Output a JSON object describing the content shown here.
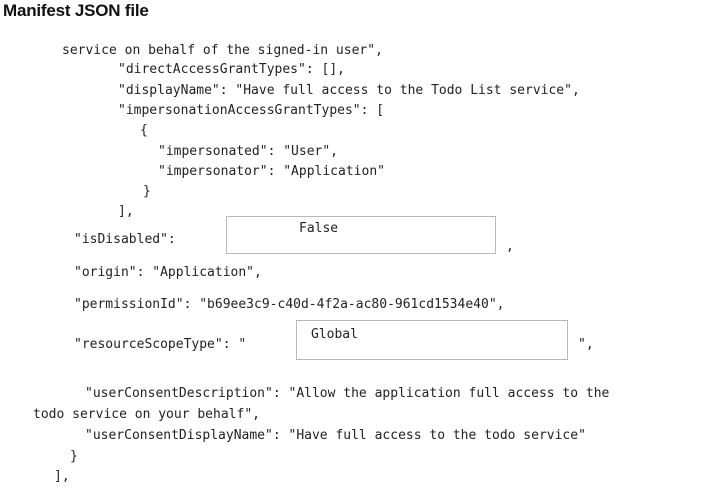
{
  "title": "Manifest JSON file",
  "lines": {
    "l1": "service on behalf of the signed-in user\",",
    "l2": "\"directAccessGrantTypes\": [],",
    "l3": "\"displayName\": \"Have full access to the Todo List service\",",
    "l4": "\"impersonationAccessGrantTypes\": [",
    "l5": "{",
    "l6": "\"impersonated\": \"User\",",
    "l7": "\"impersonator\": \"Application\"",
    "l8": "}",
    "l9": "],",
    "isDisabled_key": "\"isDisabled\":",
    "isDisabled_after": ",",
    "origin": "\"origin\": \"Application\",",
    "permissionId": "\"permissionId\": \"b69ee3c9-c40d-4f2a-ac80-961cd1534e40\",",
    "resourceScopeType_key": "\"resourceScopeType\": \"",
    "resourceScopeType_after": "\",",
    "userConsentDescription_1": "\"userConsentDescription\": \"Allow the application full access to the",
    "userConsentDescription_2": "todo service on your behalf\",",
    "userConsentDisplayName": "\"userConsentDisplayName\": \"Have full access to the todo service\"",
    "close_brace": "}",
    "close_bracket": "],"
  },
  "answers": {
    "isDisabled": "False",
    "resourceScopeType": "Global"
  }
}
